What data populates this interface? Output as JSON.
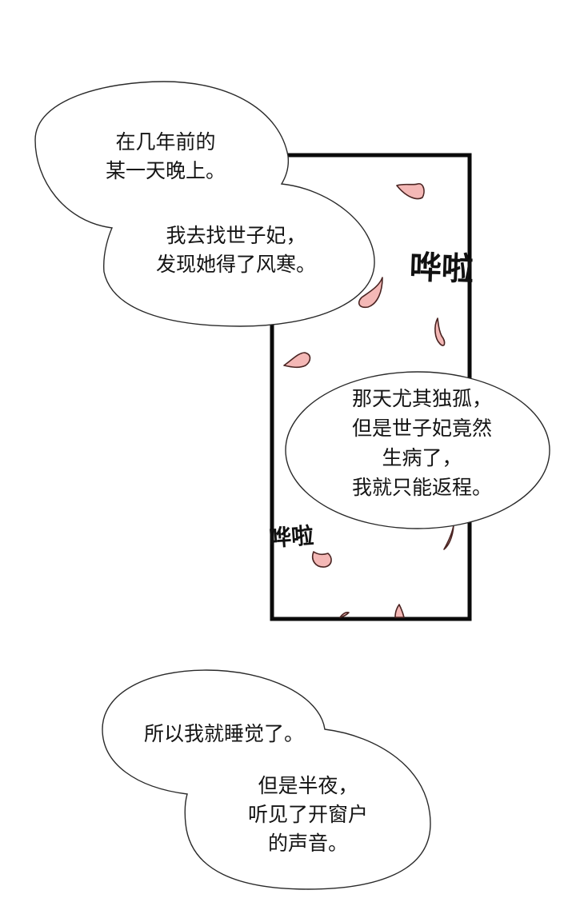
{
  "panel": {
    "frame_color": "#0a0a0a",
    "petal_color": "#f4b8b6",
    "petal_outline": "#5a2a28"
  },
  "bubbles": [
    {
      "id": "bubble-1a",
      "lines": "在几年前的\n某一天晚上。"
    },
    {
      "id": "bubble-1b",
      "lines": "我去找世子妃，\n发现她得了风寒。"
    },
    {
      "id": "bubble-2",
      "lines": "那天尤其独孤，\n但是世子妃竟然\n生病了，\n我就只能返程。"
    },
    {
      "id": "bubble-3a",
      "lines": "所以我就睡觉了。"
    },
    {
      "id": "bubble-3b",
      "lines": "但是半夜，\n听见了开窗户\n的声音。"
    }
  ],
  "sfx": [
    {
      "id": "sfx-1",
      "text": "哗啦"
    },
    {
      "id": "sfx-2",
      "text": "哗啦"
    }
  ]
}
